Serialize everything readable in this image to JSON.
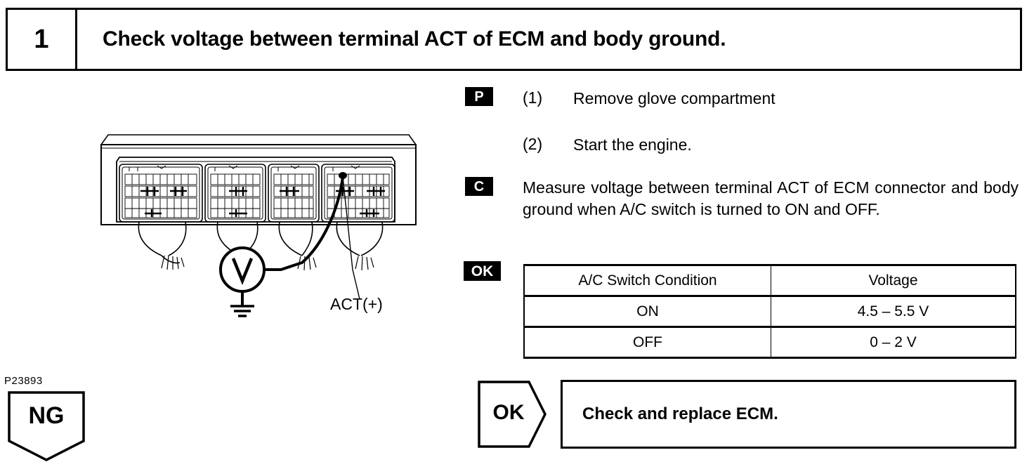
{
  "page": {
    "figure_id": "P23893"
  },
  "step_header": {
    "number": "1",
    "title": "Check voltage between terminal ACT of ECM and body ground."
  },
  "instructions": {
    "prepare_badge": "P",
    "check_badge": "C",
    "steps": [
      {
        "number": "(1)",
        "text": "Remove glove compartment"
      },
      {
        "number": "(2)",
        "text": "Start the engine."
      }
    ],
    "measure_text": "Measure voltage between terminal ACT of ECM connector and body ground when A/C switch is turned to ON and OFF."
  },
  "spec": {
    "ok_badge": "OK",
    "columns": [
      "A/C Switch Condition",
      "Voltage"
    ],
    "rows": [
      {
        "condition": "ON",
        "voltage": "4.5 – 5.5 V"
      },
      {
        "condition": "OFF",
        "voltage": "0 – 2 V"
      }
    ]
  },
  "result": {
    "ok_label": "OK",
    "action": "Check and replace ECM."
  },
  "ng": {
    "label": "NG"
  },
  "illustration": {
    "probe_label": "ACT(+)",
    "meter_symbol": "V",
    "connector_count": 4
  },
  "colors": {
    "ink": "#000000",
    "paper": "#ffffff"
  }
}
